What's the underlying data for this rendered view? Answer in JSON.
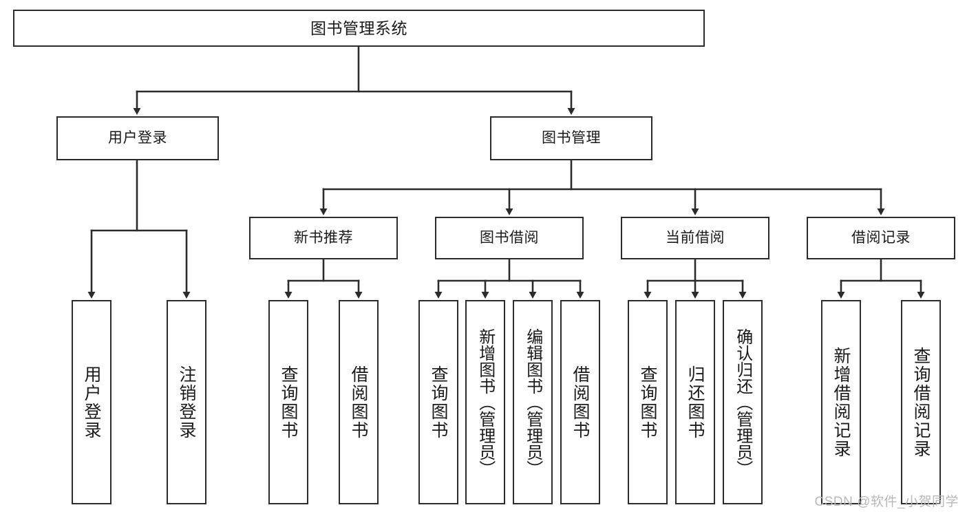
{
  "diagram": {
    "title": "图书管理系统",
    "type": "hierarchy-tree",
    "watermark": "CSDN @软件_小贺同学",
    "colors": {
      "stroke": "#2b2b2b",
      "fill": "#ffffff",
      "text": "#1a1a1a",
      "watermark": "#b8b8b8"
    },
    "root": {
      "label": "图书管理系统"
    },
    "level2": [
      {
        "label": "用户登录"
      },
      {
        "label": "图书管理"
      }
    ],
    "level3": [
      {
        "label": "新书推荐"
      },
      {
        "label": "图书借阅"
      },
      {
        "label": "当前借阅"
      },
      {
        "label": "借阅记录"
      }
    ],
    "leaves": {
      "user_login": [
        {
          "label": "用户登录"
        },
        {
          "label": "注销登录"
        }
      ],
      "new_book_recommend": [
        {
          "label": "查询图书"
        },
        {
          "label": "借阅图书"
        }
      ],
      "book_borrow": [
        {
          "label": "查询图书"
        },
        {
          "label": "新增图书（管理员）"
        },
        {
          "label": "编辑图书（管理员）"
        },
        {
          "label": "借阅图书"
        }
      ],
      "current_borrow": [
        {
          "label": "查询图书"
        },
        {
          "label": "归还图书"
        },
        {
          "label": "确认归还（管理员）"
        }
      ],
      "borrow_record": [
        {
          "label": "新增借阅记录"
        },
        {
          "label": "查询借阅记录"
        }
      ]
    }
  }
}
